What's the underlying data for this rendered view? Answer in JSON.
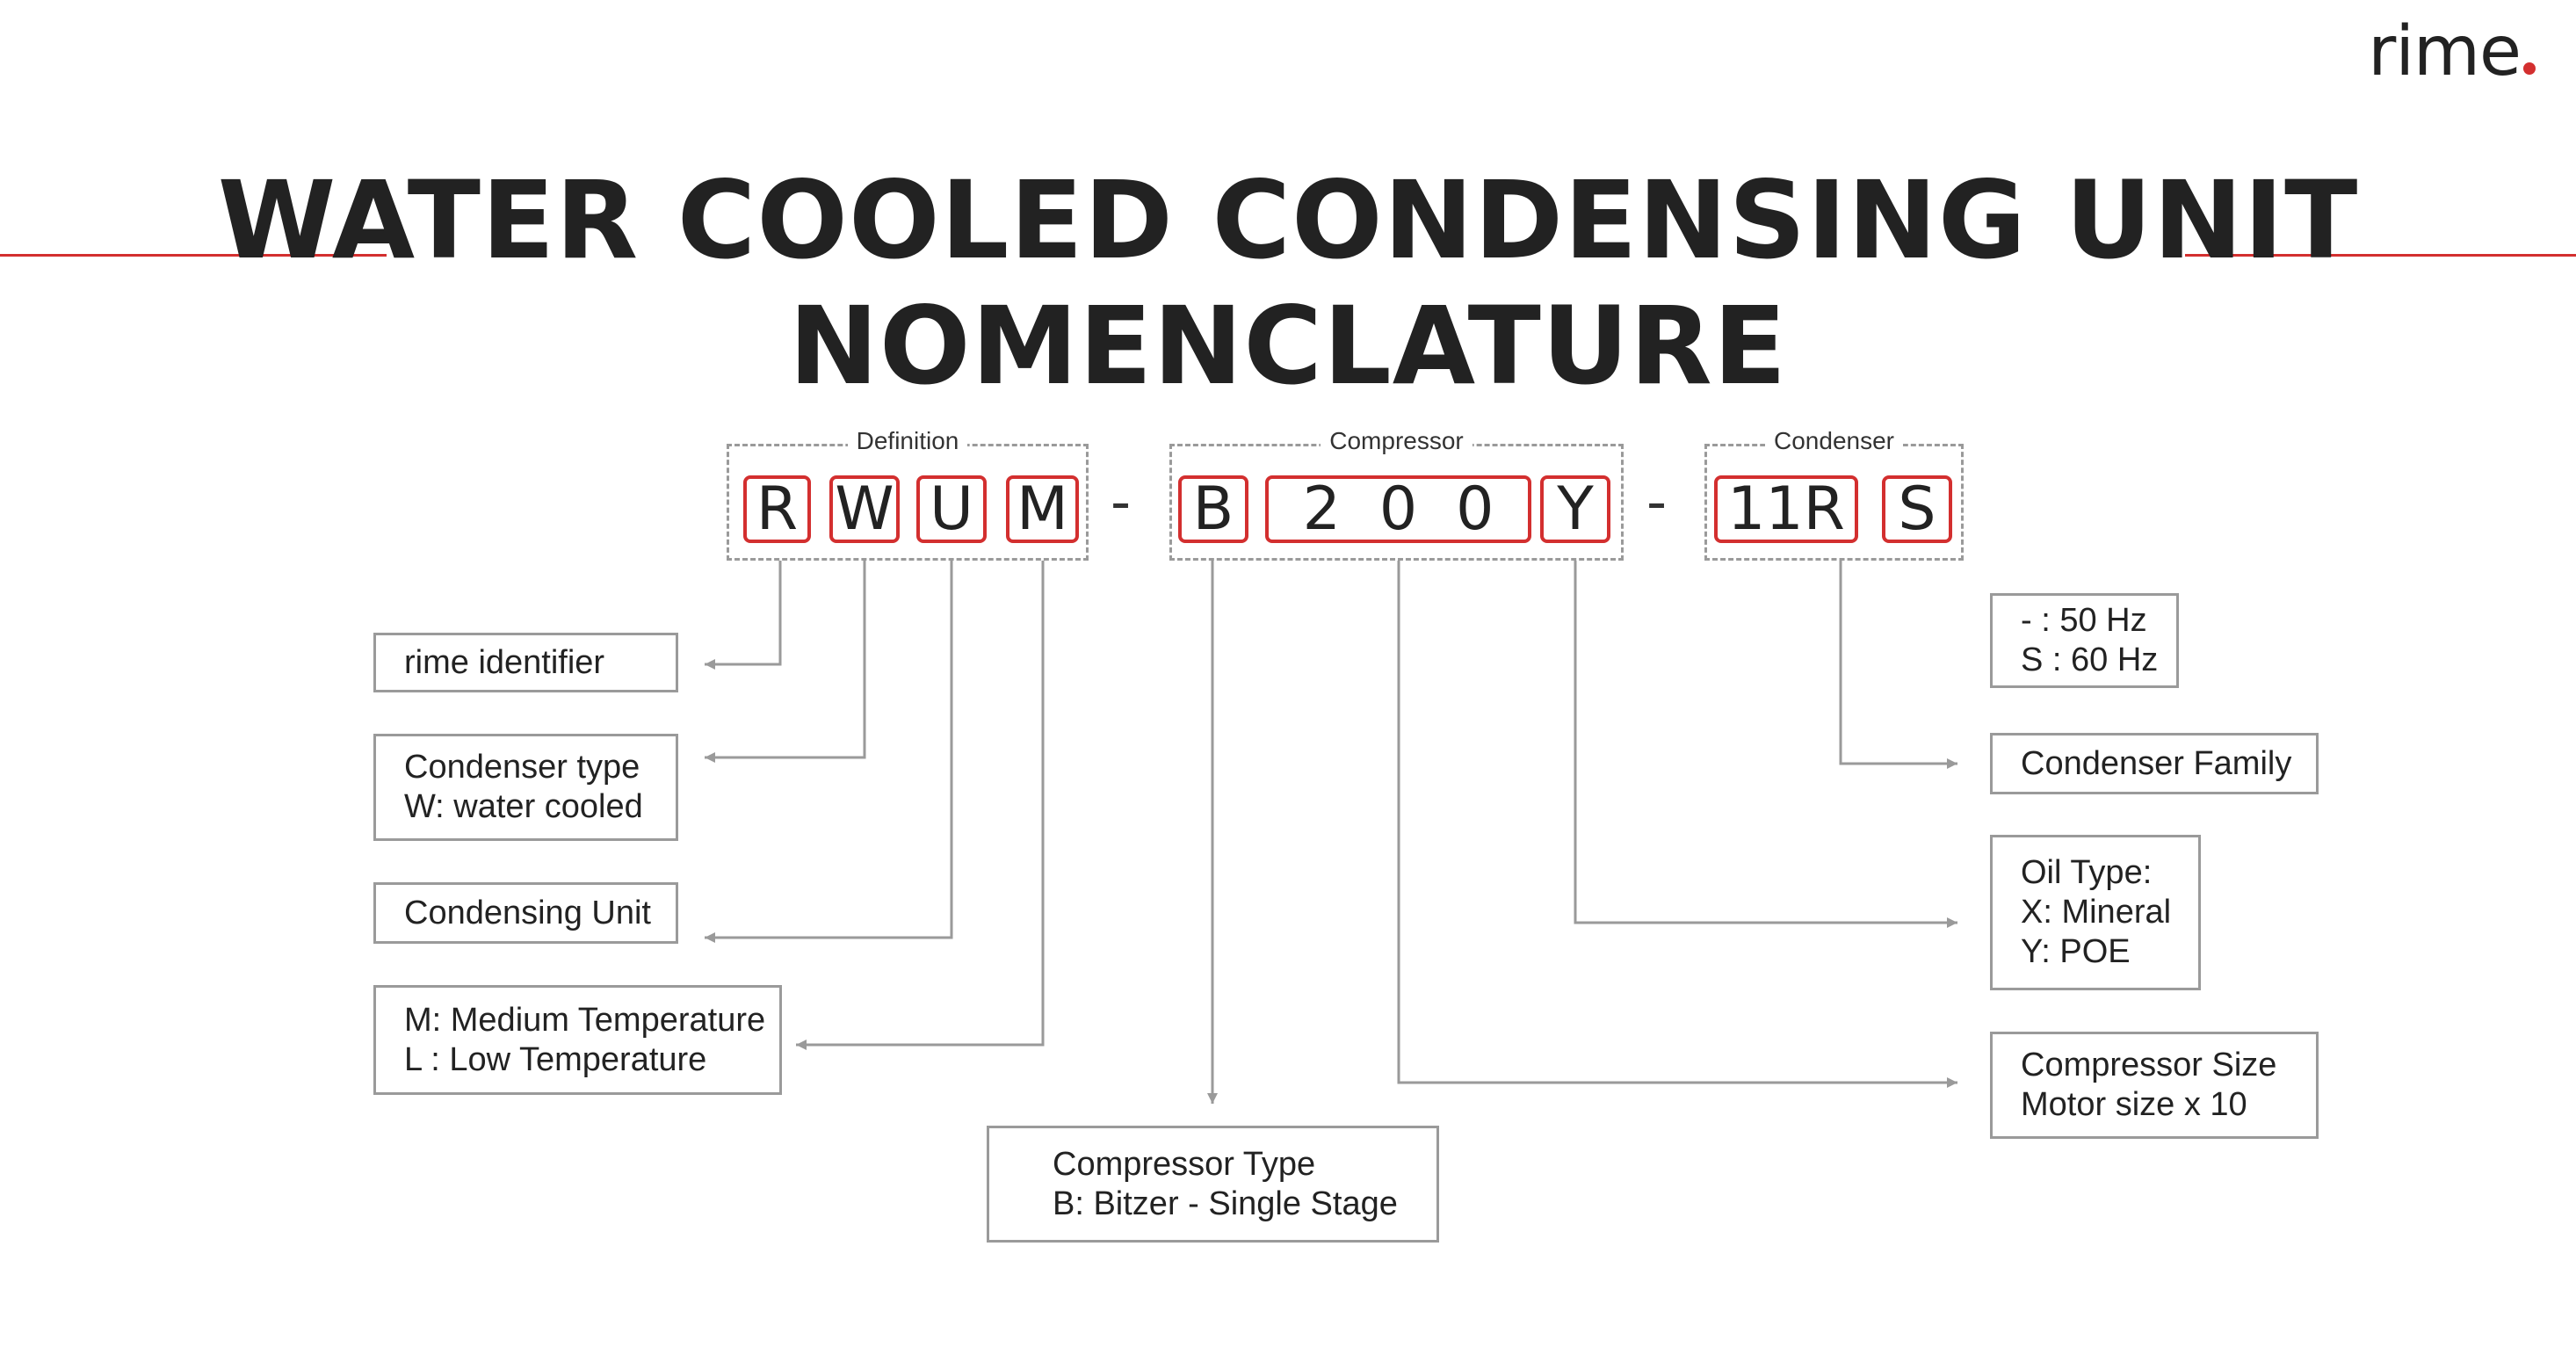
{
  "brand": {
    "logo_text": "rime",
    "accent_color": "#d32f2f"
  },
  "title": {
    "line1": "WATER COOLED CONDENSING UNIT",
    "line2": "NOMENCLATURE"
  },
  "groups": [
    {
      "label": "Definition"
    },
    {
      "label": "Compressor"
    },
    {
      "label": "Condenser"
    }
  ],
  "codes": [
    "R",
    "W",
    "U",
    "M",
    "B",
    "200",
    "Y",
    "11R",
    "S"
  ],
  "separators": [
    "-",
    "-"
  ],
  "descriptions": {
    "rime_identifier": {
      "line1": "rime identifier"
    },
    "condenser_type": {
      "line1": "Condenser type",
      "line2": "W: water cooled"
    },
    "condensing_unit": {
      "line1": "Condensing Unit"
    },
    "temperature": {
      "line1": "M: Medium Temperature",
      "line2": "L : Low Temperature"
    },
    "compressor_type": {
      "line1": "Compressor Type",
      "line2": "B: Bitzer - Single Stage"
    },
    "frequency": {
      "line1": "- : 50 Hz",
      "line2": "S : 60 Hz"
    },
    "condenser_family": {
      "line1": "Condenser Family"
    },
    "oil_type": {
      "line1": "Oil Type:",
      "line2": "X: Mineral",
      "line3": "Y: POE"
    },
    "compressor_size": {
      "line1": "Compressor Size",
      "line2": "Motor size x 10"
    }
  }
}
